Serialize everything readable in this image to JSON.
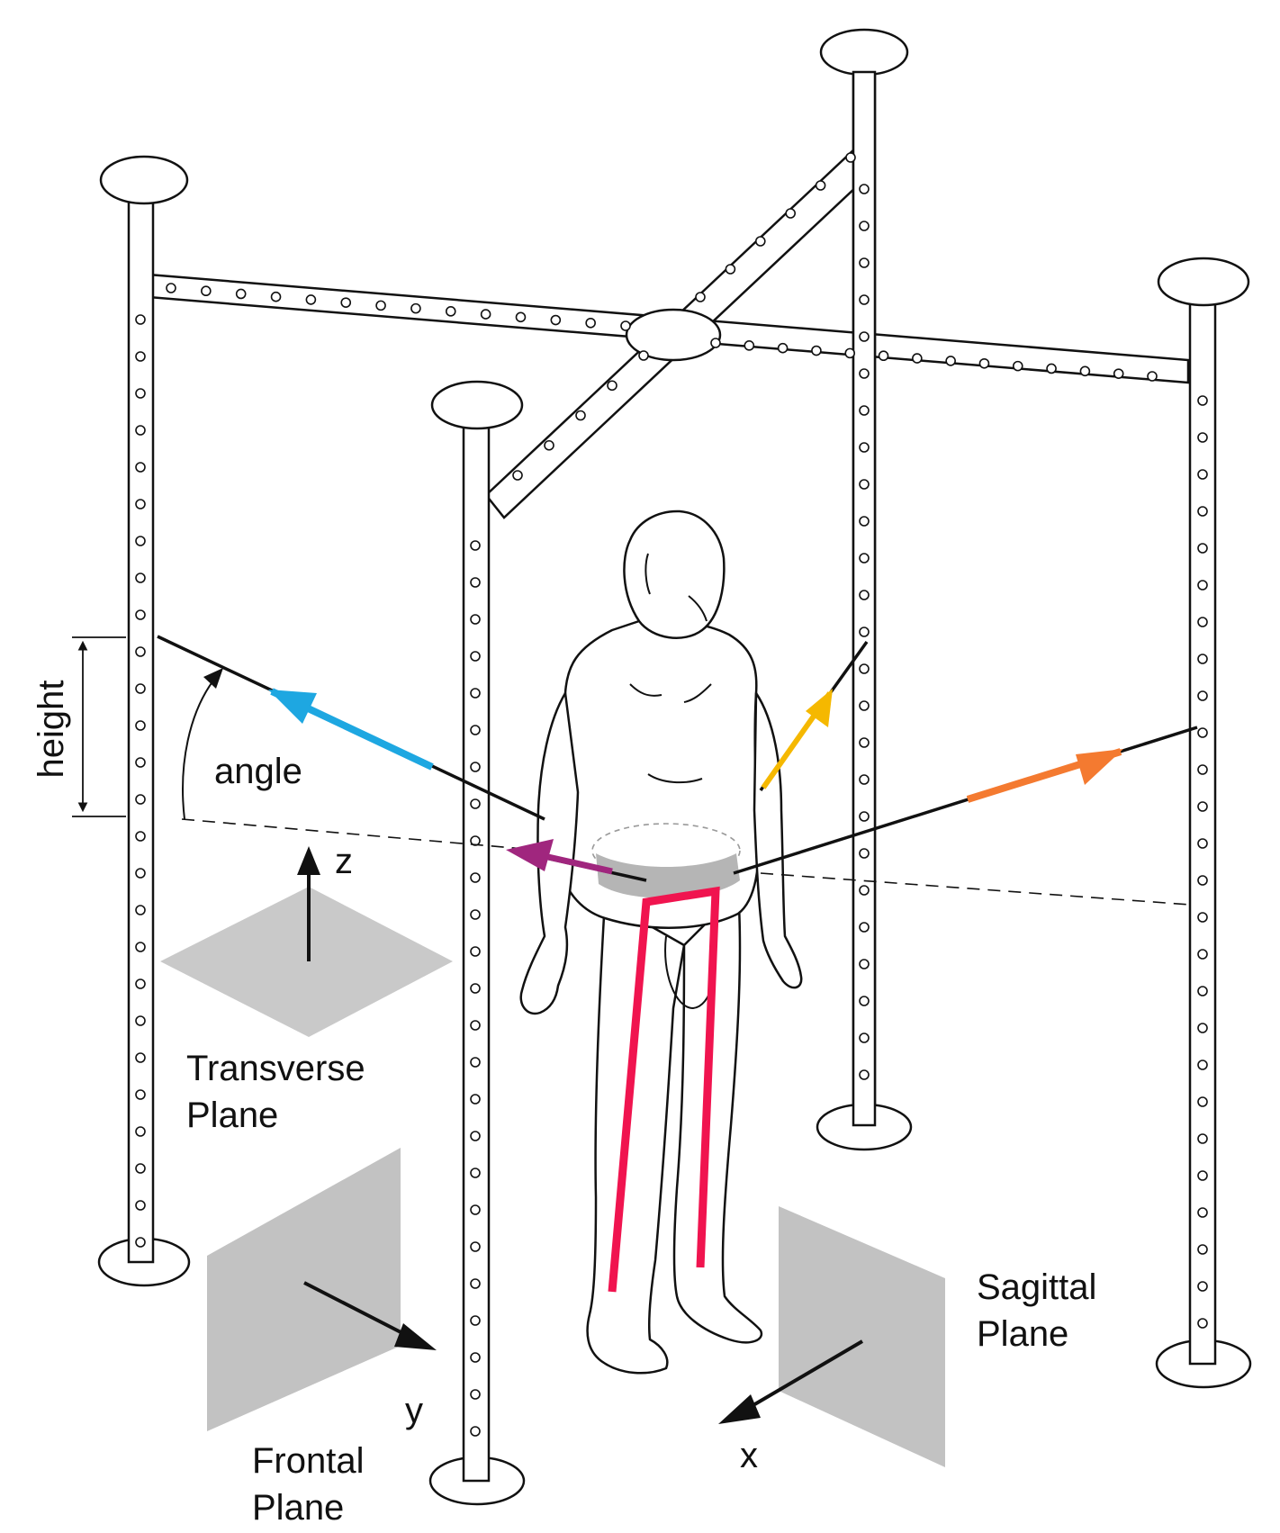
{
  "labels": {
    "height": "height",
    "angle": "angle",
    "axis_z": "z",
    "axis_y": "y",
    "axis_x": "x",
    "transverse_line1": "Transverse",
    "transverse_line2": "Plane",
    "frontal_line1": "Frontal",
    "frontal_line2": "Plane",
    "sagittal_line1": "Sagittal",
    "sagittal_line2": "Plane"
  },
  "colors": {
    "cable_front_left": "#1ea7e1",
    "cable_back_right": "#f5b800",
    "cable_right": "#f47a30",
    "cable_pelvis": "#a0267e",
    "leg_markers": "#f0144f",
    "plane_fill": "#c0c0c0",
    "outline": "#111111"
  }
}
